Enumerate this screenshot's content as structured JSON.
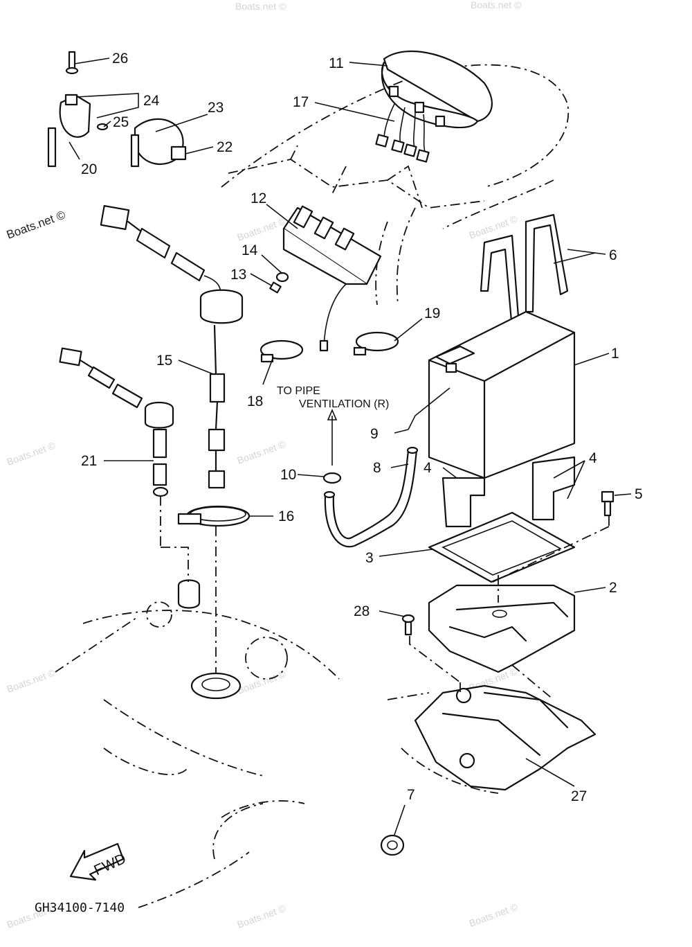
{
  "watermark": "Boats.net ©",
  "watermark_dark": "Boats.net ©",
  "note": {
    "line1": "TO PIPE",
    "line2": "VENTILATION (R)"
  },
  "arrow_label": "FWD",
  "drawing_code": "GH34100-7140",
  "callouts": [
    "26",
    "24",
    "25",
    "20",
    "23",
    "22",
    "11",
    "17",
    "12",
    "14",
    "13",
    "6",
    "15",
    "19",
    "18",
    "1",
    "9",
    "21",
    "10",
    "8",
    "4",
    "4",
    "5",
    "16",
    "3",
    "2",
    "28",
    "27",
    "7"
  ]
}
